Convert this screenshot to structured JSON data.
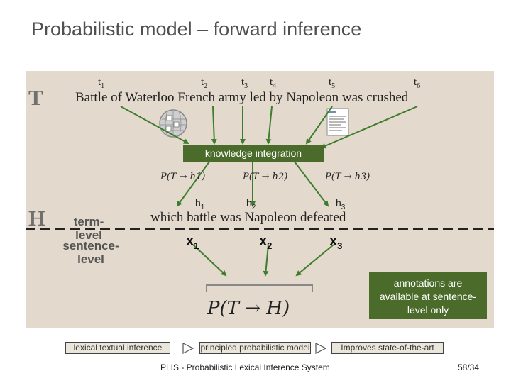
{
  "title": "Probabilistic model – forward inference",
  "text_label": "T",
  "hypothesis_label": "H",
  "text_sentence": "Battle of Waterloo French army led by Napoleon was crushed",
  "t_labels": [
    {
      "base": "t",
      "sub": "1"
    },
    {
      "base": "t",
      "sub": "2"
    },
    {
      "base": "t",
      "sub": "3"
    },
    {
      "base": "t",
      "sub": "4"
    },
    {
      "base": "t",
      "sub": "5"
    },
    {
      "base": "t",
      "sub": "6"
    }
  ],
  "knowledge_integration": "knowledge integration",
  "term_probabilities": [
    "P(T → h1)",
    "P(T → h2)",
    "P(T → h3)"
  ],
  "h_labels": [
    {
      "base": "h",
      "sub": "1"
    },
    {
      "base": "h",
      "sub": "2"
    },
    {
      "base": "h",
      "sub": "3"
    }
  ],
  "hypothesis_sentence": "which battle was Napoleon defeated",
  "x_labels": [
    {
      "base": "x",
      "sub": "1"
    },
    {
      "base": "x",
      "sub": "2"
    },
    {
      "base": "x",
      "sub": "3"
    }
  ],
  "term_level": "term-\nlevel",
  "sentence_level": "sentence-\nlevel",
  "sentence_probability": "P(T → H)",
  "annotation_note": "annotations are available at sentence-level only",
  "pipeline": [
    "lexical textual inference",
    "principled probabilistic model",
    "Improves state-of-the-art"
  ],
  "footer": "PLIS - Probabilistic Lexical Inference System",
  "page_number": "58/34",
  "colors": {
    "panel": "#e3d9cc",
    "accent_green": "#4a6b2a",
    "arrow_green": "#3f7d2e"
  }
}
